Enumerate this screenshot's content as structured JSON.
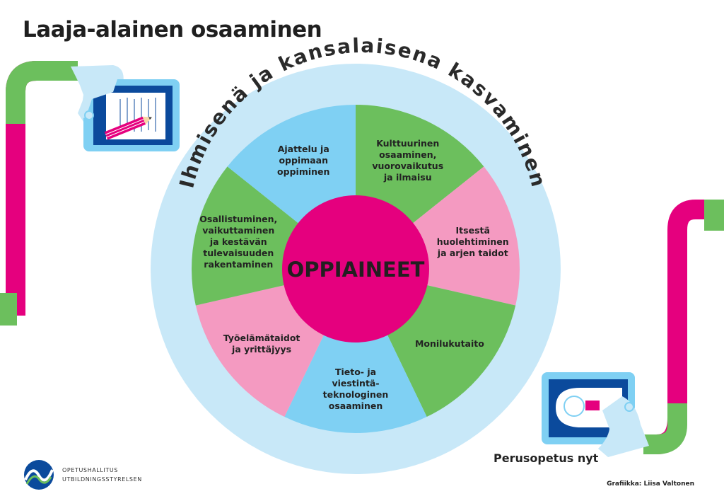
{
  "title": "Laaja-alainen osaaminen",
  "ring_text": "Ihmisenä ja kansalaisena kasvaminen",
  "center_label": "OPPIAINEET",
  "segments": [
    {
      "lines": [
        "Kulttuurinen",
        "osaaminen,",
        "vuorovaikutus",
        "ja ilmaisu"
      ],
      "color": "#6cbf5d"
    },
    {
      "lines": [
        "Itsestä",
        "huolehtiminen",
        "ja arjen taidot"
      ],
      "color": "#f49ac1"
    },
    {
      "lines": [
        "Monilukutaito"
      ],
      "color": "#6cbf5d"
    },
    {
      "lines": [
        "Tieto- ja",
        "viestintä-",
        "teknologinen",
        "osaaminen"
      ],
      "color": "#7fd0f3"
    },
    {
      "lines": [
        "Työelämätaidot",
        "ja yrittäjyys"
      ],
      "color": "#f49ac1"
    },
    {
      "lines": [
        "Osallistuminen,",
        "vaikuttaminen",
        "ja kestävän",
        "tulevaisuuden",
        "rakentaminen"
      ],
      "color": "#6cbf5d"
    },
    {
      "lines": [
        "Ajattelu ja",
        "oppimaan",
        "oppiminen"
      ],
      "color": "#7fd0f3"
    }
  ],
  "tagline": "Perusopetus nyt",
  "credit": "Grafiikka: Liisa Valtonen",
  "org": {
    "line1": "OPETUSHALLITUS",
    "line2": "UTBILDNINGSSTYRELSEN"
  },
  "colors": {
    "ring": "#c8e8f8",
    "center": "#e5007e",
    "pipe_magenta": "#e5007e",
    "pipe_green": "#6cbf5d",
    "tablet_frame": "#7fd0f3",
    "tablet_screen": "#0b4a9c",
    "hand": "#c8e8f8"
  }
}
